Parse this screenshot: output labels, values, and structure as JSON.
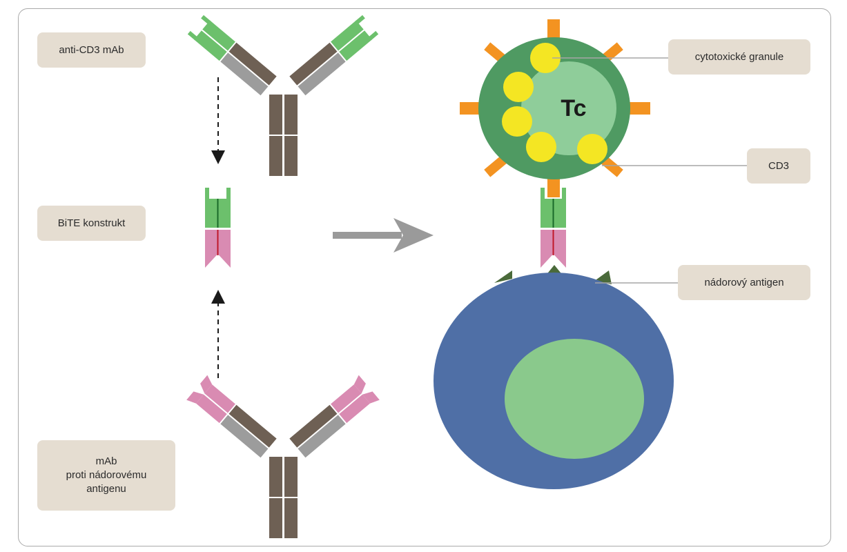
{
  "labels": {
    "anti_cd3": "anti-CD3 mAb",
    "bite": "BiTE konstrukt",
    "mab_line1": "mAb",
    "mab_line2": "proti nádorovému",
    "mab_line3": "antigenu",
    "granules": "cytotoxické granule",
    "cd3": "CD3",
    "tumor_antigen": "nádorový antigen",
    "tc": "Tc"
  },
  "colors": {
    "green_fragment": "#6cc06c",
    "pink_fragment": "#d98bb2",
    "heavy_chain": "#6e6054",
    "light_chain": "#9c9c9c",
    "tcell_outer": "#4f9a62",
    "tcell_nucleus": "#8fcd9a",
    "granule": "#f4e623",
    "cd3": "#f39321",
    "tumor_cell": "#4f6fa6",
    "tumor_nucleus": "#8ac98c",
    "antigen": "#4a6a3a",
    "arrow": "#9a9a9a",
    "label_bg": "#e5ddd1"
  }
}
